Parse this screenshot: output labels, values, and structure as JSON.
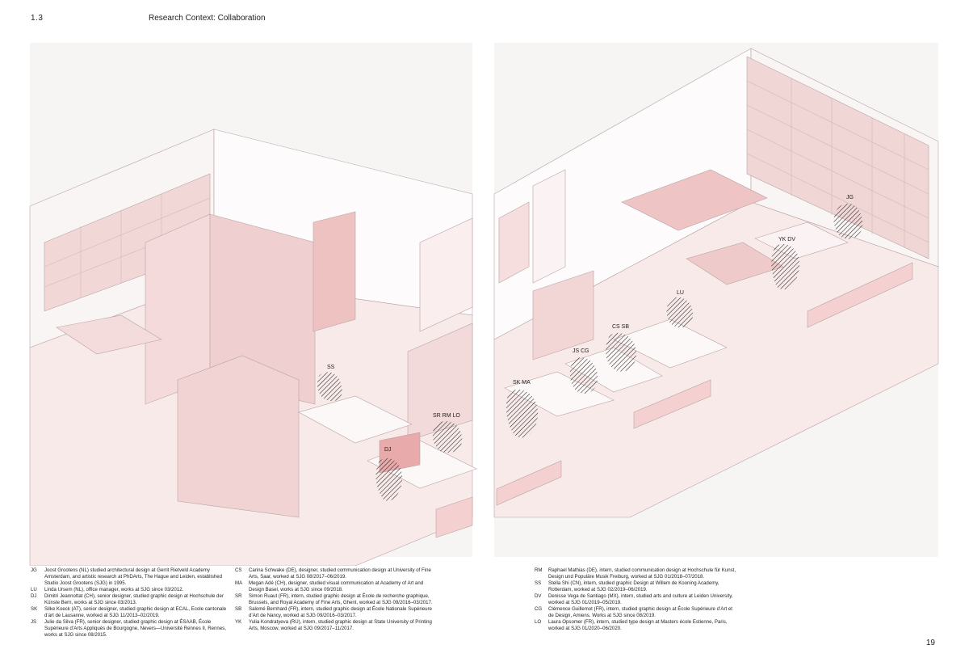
{
  "header": {
    "section_number": "1.3",
    "title": "Research Context: Collaboration"
  },
  "page_number": "19",
  "labels": {
    "left": {
      "ss": "SS",
      "sr_rm_lo": "SR  RM  LO",
      "dj": "DJ"
    },
    "right": {
      "jg": "JG",
      "yk_dv": "YK  DV",
      "lu": "LU",
      "cs_sb": "CS  SB",
      "js_cg": "JS  CG",
      "sk_ma": "SK  MA"
    }
  },
  "legend": {
    "col1": [
      {
        "code": "JG",
        "text": "Joost Grootens (NL) studied architectural design at Gerrit Rietveld Academy Amsterdam, and artistic research at PhDArts, The Hague and Leiden, established Studio Joost Grootens (SJG) in 1995."
      },
      {
        "code": "LU",
        "text": "Linda Ursem (NL), office manager, works at SJG since 03/2012."
      },
      {
        "code": "DJ",
        "text": "Dimitri Jeannottat (CH), senior designer, studied graphic design at Hochschule der Künste Bern, works at SJG since 03/2013."
      },
      {
        "code": "SK",
        "text": "Silke Koeck (AT), senior designer, studied graphic design at ECAL, Ecole cantonale d’art de Lausanne, worked at SJG 11/2013–02/2019."
      },
      {
        "code": "JS",
        "text": "Julie da Silva (FR), senior designer, studied graphic design at ÉSAAB, École Supérieure d’Arts Appliqués de Bourgogne, Nevers—Université Rennes II, Rennes, works at SJG since 08/2015."
      }
    ],
    "col2": [
      {
        "code": "CS",
        "text": "Carina Schwake (DE), designer, studied communication design at University of Fine Arts, Saar, worked at SJG 08/2017–06/2019."
      },
      {
        "code": "MA",
        "text": "Megan Adé (CH), designer, studied visual communication at Academy of Art and Design Basel, works at SJG since 09/2018."
      },
      {
        "code": "SR",
        "text": "Simon Ruaut (FR), intern, studied graphic design at École de recherche graphique, Brussels, and Royal Academy of Fine Arts, Ghent, worked at SJG 09/2016–03/2017."
      },
      {
        "code": "SB",
        "text": "Salomé Bernhard (FR), intern, studied graphic design at École Nationale Supérieure d’Art de Nancy, worked at SJG 09/2016–03/2017."
      },
      {
        "code": "YK",
        "text": "Yulia Kondratyeva (RU), intern, studied graphic design at State University of Printing Arts, Moscow, worked at SJG 09/2017–11/2017."
      }
    ],
    "col3": [
      {
        "code": "RM",
        "text": "Raphael Mathias (DE), intern, studied communication design at Hochschule für Kunst, Design und Populäre Musik Freiburg, worked at SJG 01/2018–07/2018."
      },
      {
        "code": "SS",
        "text": "Stella Shi (CN), intern, studied graphic Design at Willem de Kooning Academy, Rotterdam, worked at SJG 02/2019–06/2019."
      },
      {
        "code": "DV",
        "text": "Denisse Vega de Santiago (MX), intern, studied arts and culture at Leiden University, worked at SJG 01/2019–05/2019."
      },
      {
        "code": "CG",
        "text": "Clémence Guillemot (FR), intern, studied graphic design at École Supérieure d’Art et de Design, Amiens. Works at SJG since 08/2019."
      },
      {
        "code": "LO",
        "text": "Laura Opsomer (FR), intern, studied type design at Masters école Estienne, Paris, worked at SJG 01/2020–06/2020."
      }
    ]
  }
}
